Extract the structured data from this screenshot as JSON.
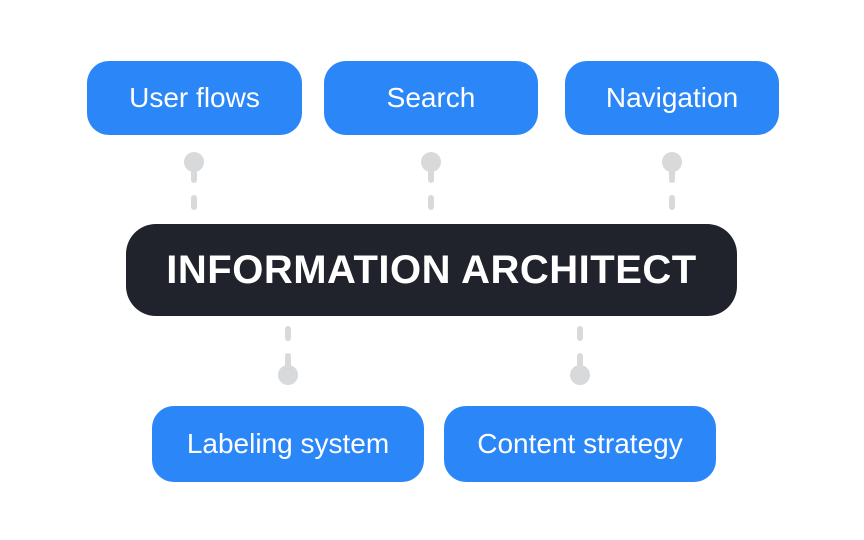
{
  "diagram": {
    "center_node": {
      "label": "INFORMATION ARCHITECT"
    },
    "top_nodes": [
      {
        "label": "User flows"
      },
      {
        "label": "Search"
      },
      {
        "label": "Navigation"
      }
    ],
    "bottom_nodes": [
      {
        "label": "Labeling system"
      },
      {
        "label": "Content strategy"
      }
    ],
    "colors": {
      "node_blue": "#2b86f7",
      "center_dark": "#20222c",
      "connector_gray": "#d8d9da",
      "label_text": "#ffffff",
      "background": "#ffffff"
    }
  }
}
